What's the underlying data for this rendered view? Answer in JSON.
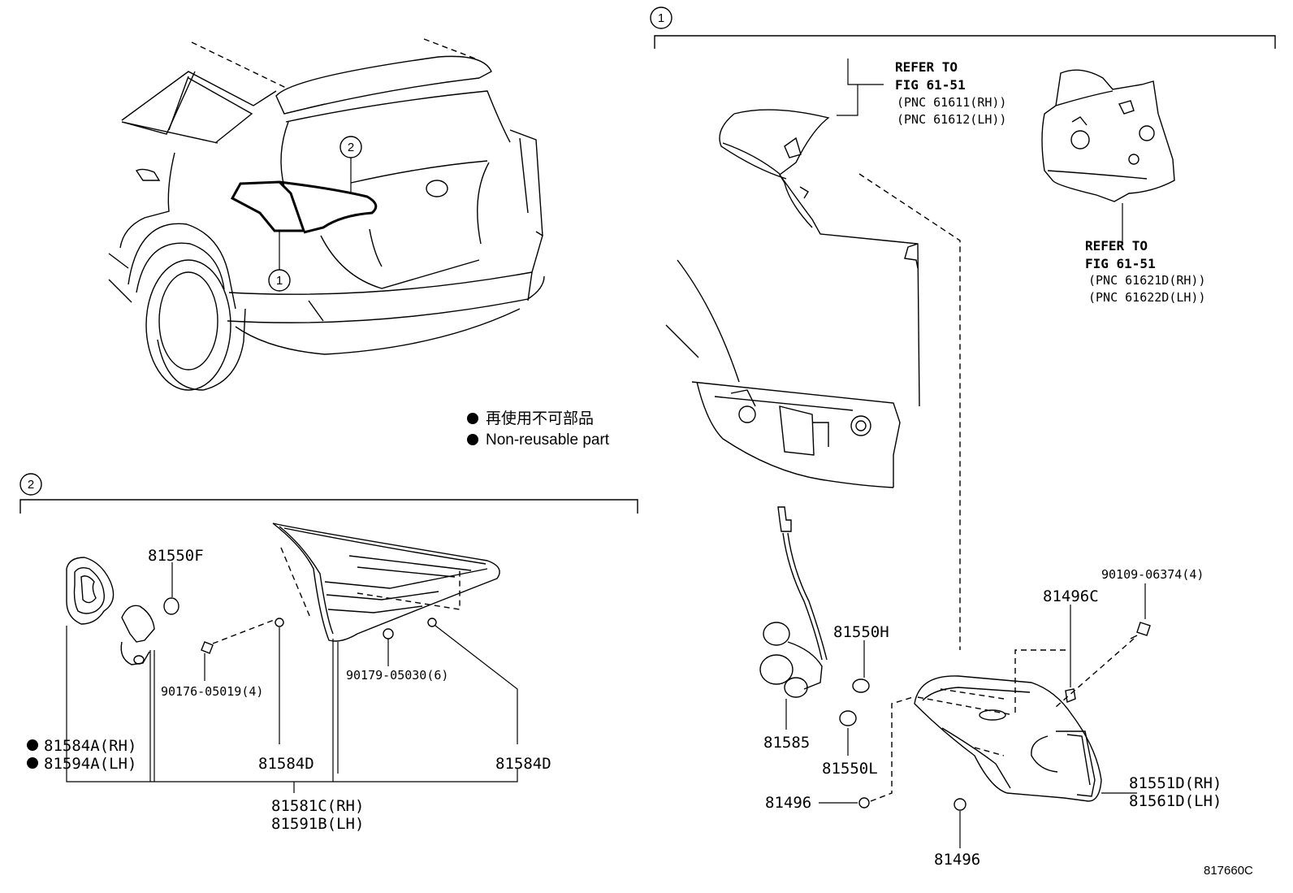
{
  "callouts": {
    "one": "1",
    "two": "2"
  },
  "legend": {
    "line_ja": "再使用不可部品",
    "line_en": "Non-reusable part"
  },
  "refer_top": {
    "line1": "REFER TO",
    "line2": "FIG 61-51",
    "line3": "(PNC 61611(RH))",
    "line4": "(PNC 61612(LH))"
  },
  "refer_right": {
    "line1": "REFER TO",
    "line2": "FIG 61-51",
    "line3": "(PNC 61621D(RH))",
    "line4": "(PNC 61622D(LH))"
  },
  "section2_parts": {
    "p81550F": "81550F",
    "p90176": "90176-05019(4)",
    "p90179": "90179-05030(6)",
    "p81584A": "81584A(RH)",
    "p81594A": "81594A(LH)",
    "p81584D_mid": "81584D",
    "p81584D_right": "81584D",
    "p81581C": "81581C(RH)",
    "p81591B": "81591B(LH)"
  },
  "section1_parts": {
    "p90109": "90109-06374(4)",
    "p81496C": "81496C",
    "p81550H": "81550H",
    "p81585": "81585",
    "p81550L": "81550L",
    "p81496_left": "81496",
    "p81496_bottom": "81496",
    "p81551D": "81551D(RH)",
    "p81561D": "81561D(LH)"
  },
  "figure_code": "817660C",
  "icons": {
    "non_reusable": "filled-circle-icon"
  }
}
